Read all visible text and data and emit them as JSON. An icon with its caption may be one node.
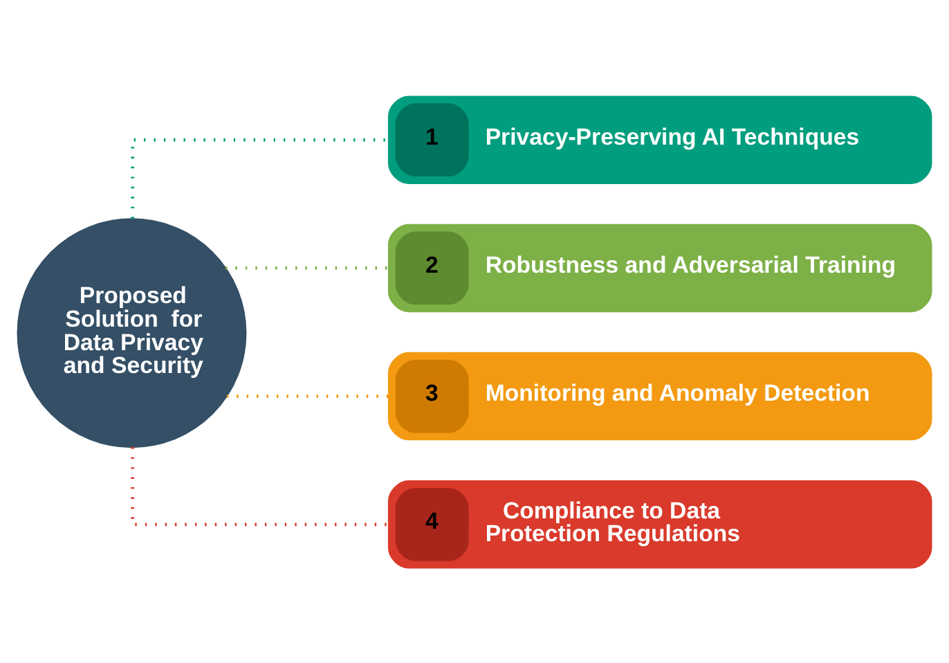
{
  "diagram": {
    "nodes": [
      {
        "text": [
          "Proposed Solution  for Data Privacy and Security"
        ]
      },
      {
        "text": [
          "1",
          "Privacy-Preserving AI Techniques"
        ]
      },
      {
        "text": [
          "2",
          "Robustness and Adversarial Training"
        ]
      },
      {
        "text": [
          "3",
          "Monitoring and Anomaly Detection"
        ]
      },
      {
        "text": [
          "4",
          "Compliance to Data Protection Regulations"
        ]
      }
    ],
    "edges": [
      {
        "from": 0,
        "to": 1,
        "arrow": "none",
        "style": "dashed",
        "color": "#009e7e"
      },
      {
        "from": 0,
        "to": 2,
        "arrow": "none",
        "style": "dashed",
        "color": "#7db046"
      },
      {
        "from": 0,
        "to": 3,
        "arrow": "none",
        "style": "dashed",
        "color": "#f39a12"
      },
      {
        "from": 0,
        "to": 4,
        "arrow": "none",
        "style": "dashed",
        "color": "#d93a2b"
      }
    ]
  }
}
